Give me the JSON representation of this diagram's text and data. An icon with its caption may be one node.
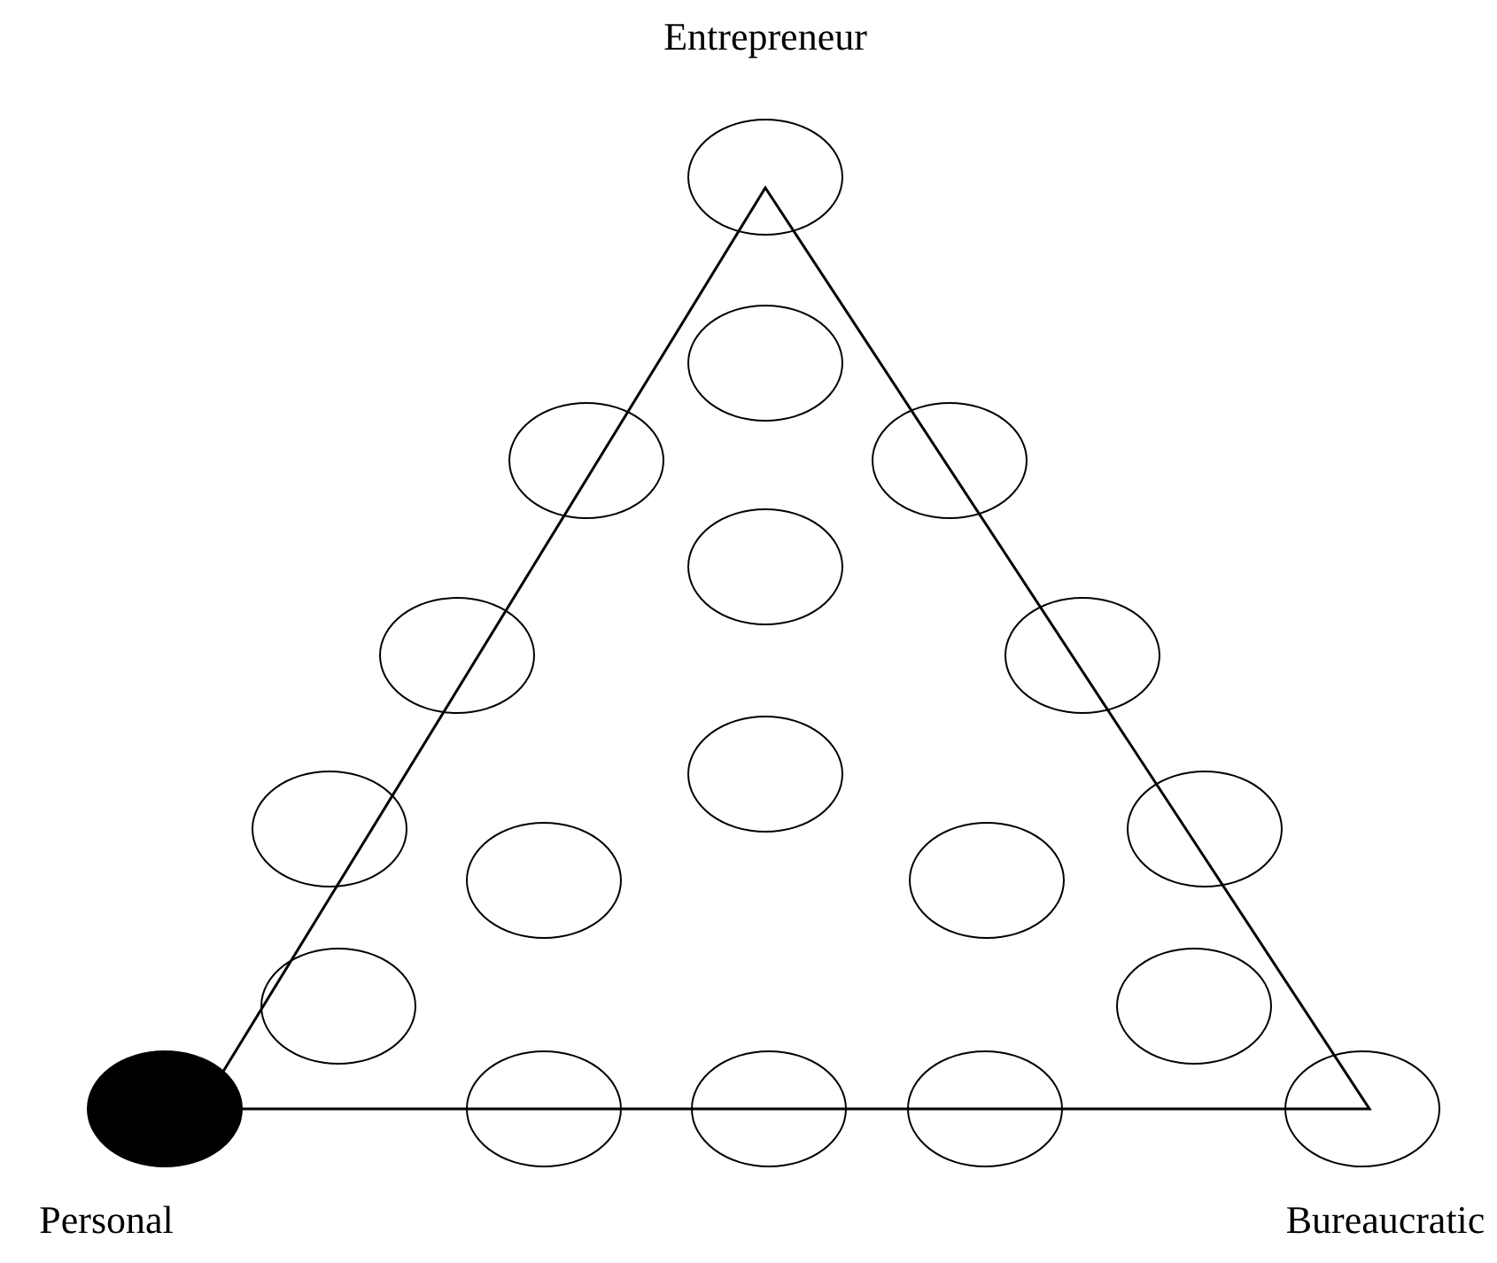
{
  "diagram": {
    "nodes": [
      {
        "text": [],
        "shape": "circle"
      },
      {
        "text": [],
        "shape": "circle"
      },
      {
        "text": [],
        "shape": "circle"
      },
      {
        "text": [],
        "shape": "circle"
      },
      {
        "text": [],
        "shape": "circle"
      },
      {
        "text": [],
        "shape": "circle"
      },
      {
        "text": [],
        "shape": "circle"
      },
      {
        "text": [],
        "shape": "circle"
      },
      {
        "text": [],
        "shape": "circle"
      },
      {
        "text": [],
        "shape": "circle"
      },
      {
        "text": [],
        "shape": "circle"
      },
      {
        "text": [],
        "shape": "circle"
      },
      {
        "text": [],
        "shape": "circle"
      },
      {
        "text": [],
        "shape": "circle"
      },
      {
        "text": [],
        "shape": "disc"
      },
      {
        "text": [],
        "shape": "circle"
      },
      {
        "text": [],
        "shape": "circle"
      },
      {
        "text": [],
        "shape": "circle"
      },
      {
        "text": [],
        "shape": "circle"
      }
    ],
    "labels": [
      "Entrepreneur",
      "Personal",
      "Bureaucratic"
    ]
  }
}
